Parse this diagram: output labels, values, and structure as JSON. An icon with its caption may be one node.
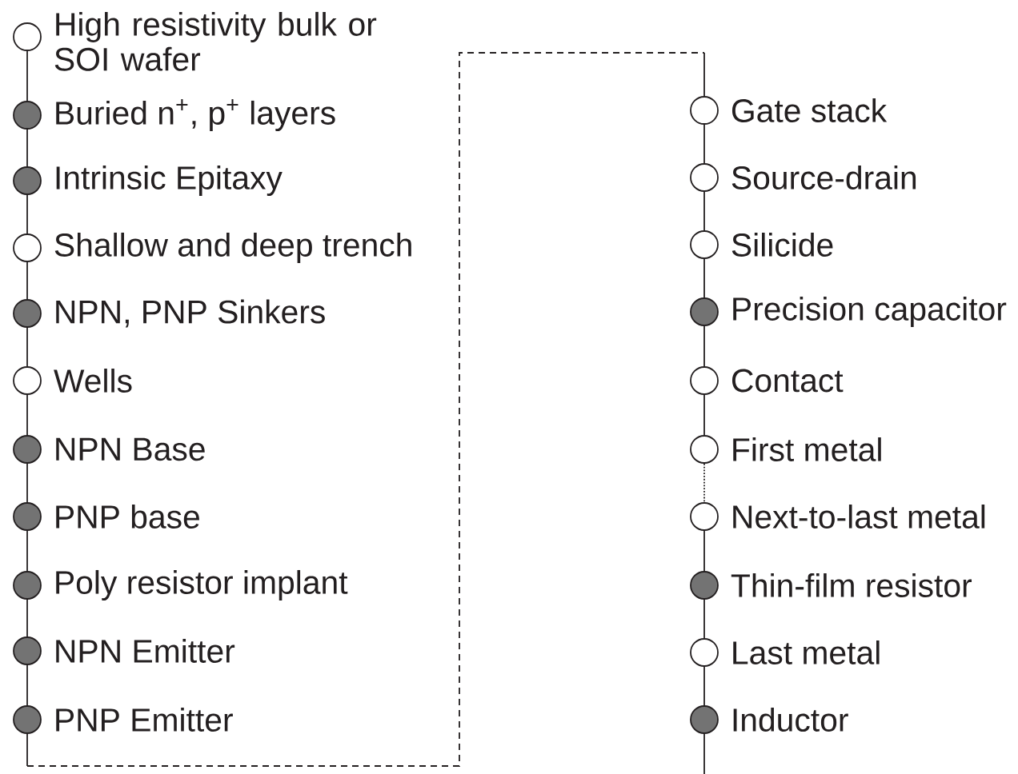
{
  "diagram": {
    "nodes": [
      {
        "text": [
          "High resistivity bulk or SOI wafer"
        ]
      },
      {
        "text": [
          "Buried n$^{+}$, p$^{+}$ layers"
        ]
      },
      {
        "text": [
          "Intrinsic Epitaxy"
        ]
      },
      {
        "text": [
          "Shallow and deep trench"
        ]
      },
      {
        "text": [
          "NPN, PNP Sinkers"
        ]
      },
      {
        "text": [
          "Wells"
        ]
      },
      {
        "text": [
          "NPN Base"
        ]
      },
      {
        "text": [
          "PNP base"
        ]
      },
      {
        "text": [
          "Poly resistor implant"
        ]
      },
      {
        "text": [
          "NPN Emitter"
        ]
      },
      {
        "text": [
          "PNP Emitter"
        ]
      },
      {
        "text": [
          "Gate stack"
        ]
      },
      {
        "text": [
          "Source-drain"
        ]
      },
      {
        "text": [
          "Silicide"
        ]
      },
      {
        "text": [
          "Precision capacitor"
        ]
      },
      {
        "text": [
          "Contact"
        ]
      },
      {
        "text": [
          "First metal"
        ]
      },
      {
        "text": [
          "Next-to-last metal"
        ]
      },
      {
        "text": [
          "Thin-film resistor"
        ]
      },
      {
        "text": [
          "Last metal"
        ]
      },
      {
        "text": [
          "Inductor"
        ]
      }
    ],
    "edges": [
      {
        "from": 0,
        "to": 1,
        "arrow": "none"
      },
      {
        "from": 1,
        "to": 2,
        "arrow": "none"
      },
      {
        "from": 2,
        "to": 3,
        "arrow": "none"
      },
      {
        "from": 3,
        "to": 4,
        "arrow": "none"
      },
      {
        "from": 4,
        "to": 5,
        "arrow": "none"
      },
      {
        "from": 5,
        "to": 6,
        "arrow": "none"
      },
      {
        "from": 6,
        "to": 7,
        "arrow": "none"
      },
      {
        "from": 7,
        "to": 8,
        "arrow": "none"
      },
      {
        "from": 8,
        "to": 9,
        "arrow": "none"
      },
      {
        "from": 9,
        "to": 10,
        "arrow": "none"
      },
      {
        "from": 10,
        "to": 11,
        "arrow": "none",
        "style": "dashed"
      },
      {
        "from": 11,
        "to": 12,
        "arrow": "none"
      },
      {
        "from": 12,
        "to": 13,
        "arrow": "none"
      },
      {
        "from": 13,
        "to": 14,
        "arrow": "none"
      },
      {
        "from": 14,
        "to": 15,
        "arrow": "none"
      },
      {
        "from": 15,
        "to": 16,
        "arrow": "none"
      },
      {
        "from": 16,
        "to": 17,
        "arrow": "none",
        "style": "dashed"
      },
      {
        "from": 17,
        "to": 18,
        "arrow": "none"
      },
      {
        "from": 18,
        "to": 19,
        "arrow": "none"
      },
      {
        "from": 19,
        "to": 20,
        "arrow": "none"
      },
      {
        "from": 20,
        "to": null,
        "arrow": "none"
      }
    ]
  }
}
